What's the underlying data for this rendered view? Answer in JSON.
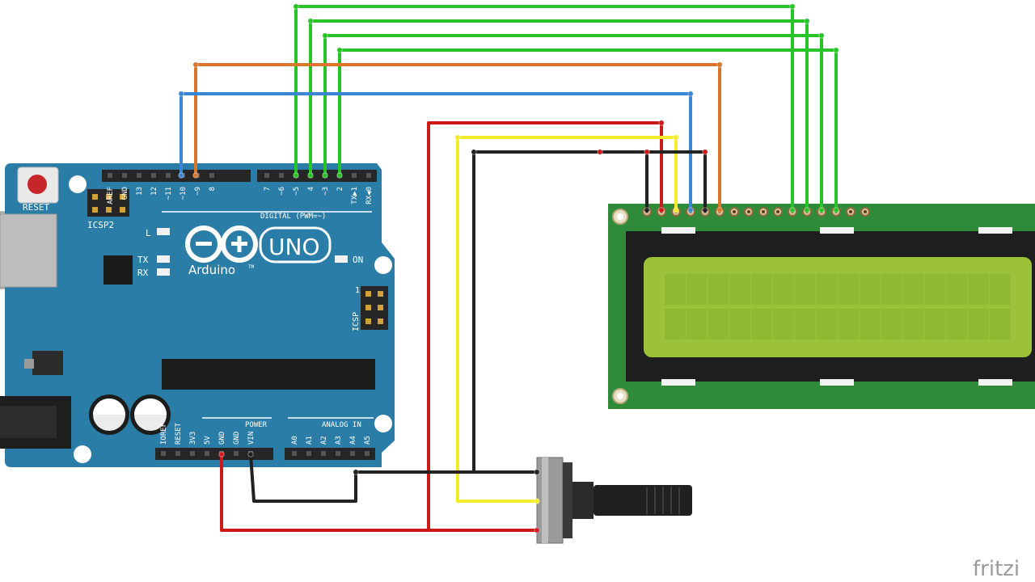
{
  "arduino": {
    "reset_label": "RESET",
    "icsp2_label": "ICSP2",
    "icsp_label": "ICSP",
    "icsp_pin1": "1",
    "l_label": "L",
    "tx_label": "TX",
    "rx_label": "RX",
    "on_label": "ON",
    "brand": "Arduino",
    "tm": "TM",
    "model": "UNO",
    "digital_label": "DIGITAL (PWM=~)",
    "power_label": "POWER",
    "analog_label": "ANALOG IN",
    "digital_pins_left": [
      "AREF",
      "GND",
      "13",
      "12",
      "~11",
      "~10",
      "~9",
      "8"
    ],
    "digital_pins_right": [
      "7",
      "~6",
      "~5",
      "4",
      "~3",
      "2",
      "TX▶1",
      "RX◀0"
    ],
    "power_pins": [
      "IOREF",
      "RESET",
      "3V3",
      "5V",
      "GND",
      "GND",
      "VIN"
    ],
    "analog_pins": [
      "A0",
      "A1",
      "A2",
      "A3",
      "A4",
      "A5"
    ]
  },
  "watermark": "fritzi",
  "colors": {
    "board": "#2a7da6",
    "lcd_pcb": "#2f8a3a",
    "lcd_screen": "#9cc23a",
    "wire_green": "#27c427",
    "wire_orange": "#d9762a",
    "wire_blue": "#3a86d4",
    "wire_red": "#cc1a1a",
    "wire_yellow": "#f2ec2a",
    "wire_black": "#222222"
  }
}
